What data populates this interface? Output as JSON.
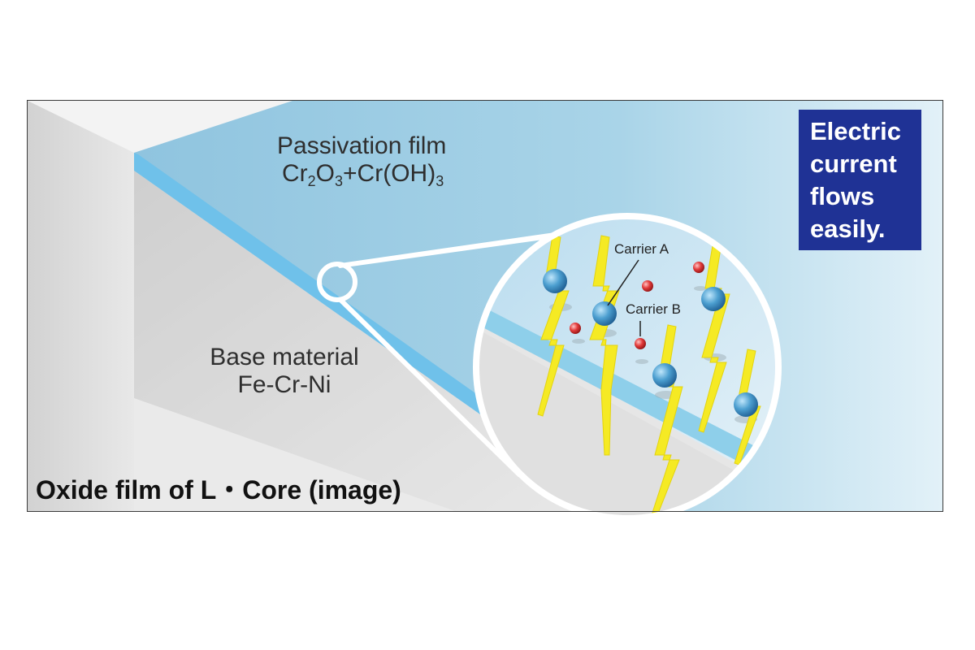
{
  "passivation": {
    "title": "Passivation film",
    "formula": {
      "p1": "Cr",
      "s1": "2",
      "p2": "O",
      "s2": "3",
      "p3": "+Cr(OH)",
      "s3": "3"
    }
  },
  "base": {
    "title": "Base material",
    "composition": "Fe-Cr-Ni"
  },
  "carriers": {
    "a": "Carrier A",
    "b": "Carrier B"
  },
  "badge": {
    "lines": [
      "Electric",
      "current",
      "flows",
      "easily."
    ]
  },
  "caption": "Oxide film of L・Core (image)",
  "colors": {
    "film_blue": "#8ecfea",
    "film_edge": "#6fc1ea",
    "badge_bg": "#1f3295",
    "lightning": "#f5ea24",
    "carrier_a": "#4c9fd0",
    "carrier_b": "#e23a3a"
  }
}
